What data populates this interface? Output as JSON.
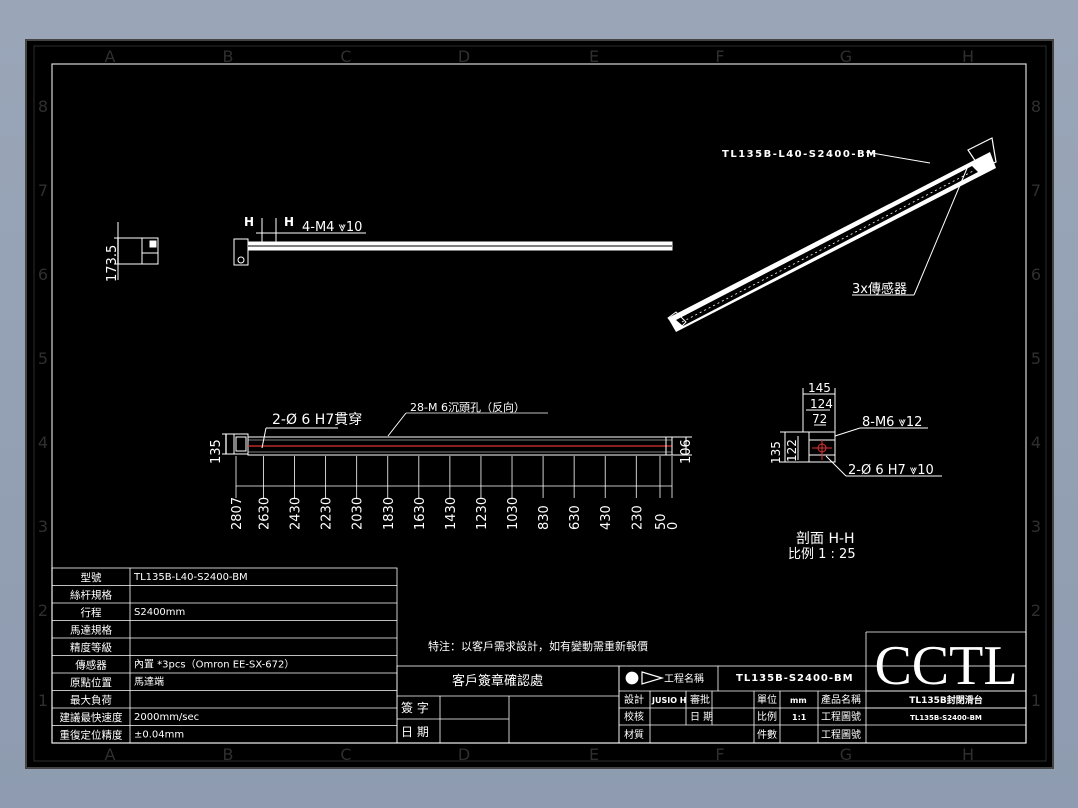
{
  "border": {
    "cols": [
      "A",
      "B",
      "C",
      "D",
      "E",
      "F",
      "G",
      "H"
    ],
    "rows": [
      "8",
      "7",
      "6",
      "5",
      "4",
      "3",
      "2",
      "1"
    ]
  },
  "side_view": {
    "dimension": "173.5"
  },
  "top_view": {
    "h_mark_left": "H",
    "h_mark_right": "H",
    "hole_note": "4-M4 ⩔10"
  },
  "iso_view": {
    "model_label": "TL135B-L40-S2400-BM",
    "sensor_note": "3x傳感器"
  },
  "front_view": {
    "pin_note": "2-Ø 6  H7貫穿",
    "hole_note": "28-M 6沉頭孔（反向）",
    "height_left": "135",
    "height_right": "106",
    "positions": [
      "2807",
      "2630",
      "2430",
      "2230",
      "2030",
      "1830",
      "1630",
      "1430",
      "1230",
      "1030",
      "830",
      "630",
      "430",
      "230",
      "50",
      "0"
    ]
  },
  "section": {
    "dim_145": "145",
    "dim_124": "124",
    "dim_72": "72",
    "dim_135": "135",
    "dim_122": "122",
    "thread_note": "8-M6 ⩔12",
    "pin_note": "2-Ø 6  H7 ⩔10",
    "title": "剖面 H-H",
    "scale": "比例 1 : 25"
  },
  "note": "特注：以客戶需求設計，如有變動需重新報價",
  "spec_table": [
    {
      "label": "型號",
      "value": "TL135B-L40-S2400-BM"
    },
    {
      "label": "絲杆規格",
      "value": ""
    },
    {
      "label": "行程",
      "value": "S2400mm"
    },
    {
      "label": "馬達規格",
      "value": ""
    },
    {
      "label": "精度等級",
      "value": ""
    },
    {
      "label": "傳感器",
      "value": "內置 *3pcs（Omron EE-SX-672）"
    },
    {
      "label": "原點位置",
      "value": "馬達端"
    },
    {
      "label": "最大負荷",
      "value": ""
    },
    {
      "label": "建議最快速度",
      "value": "2000mm/sec"
    },
    {
      "label": "重復定位精度",
      "value": "±0.04mm"
    }
  ],
  "confirm": {
    "title": "客戶簽章確認處",
    "sign_label": "簽 字",
    "date_label": "日 期"
  },
  "title_block": {
    "drawing_name_label": "工程名稱",
    "drawing_name_value": "TL135B-S2400-BM",
    "design_label": "設計",
    "design_value": "JUSIO H",
    "approve_label": "審批",
    "check_label": "校核",
    "date_label": "日 期",
    "material_label": "材質",
    "unit_label": "單位",
    "unit_value": "mm",
    "scale_label": "比例",
    "scale_value": "1:1",
    "qty_label": "件數",
    "product_name_label": "產品名稱",
    "product_name_value": "TL135B封閉滑台",
    "drawing_no_label": "工程圖號",
    "drawing_no_value": "TL135B-S2400-BM",
    "drawing_sheet_label": "工程圖號"
  },
  "logo": "CCTL"
}
